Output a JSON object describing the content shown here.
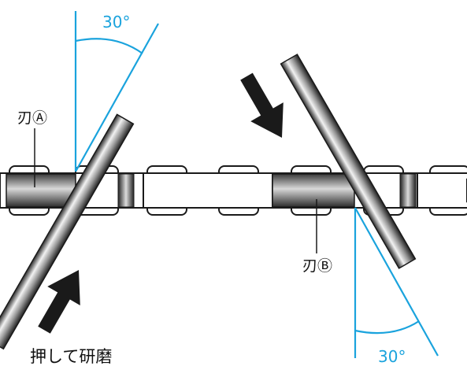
{
  "labels": {
    "angle_top": "30°",
    "angle_bottom": "30°",
    "blade_a": "刃Ⓐ",
    "blade_b": "刃Ⓑ",
    "push_grind": "押して研磨"
  },
  "colors": {
    "angle_line": "#1aa3dd",
    "angle_text": "#1aa3dd",
    "arrow": "#1a1a1a",
    "chain_outline": "#1a1a1a"
  },
  "icons": {
    "arrow_left": "arrow-up-right-icon",
    "arrow_right": "arrow-down-right-icon"
  }
}
